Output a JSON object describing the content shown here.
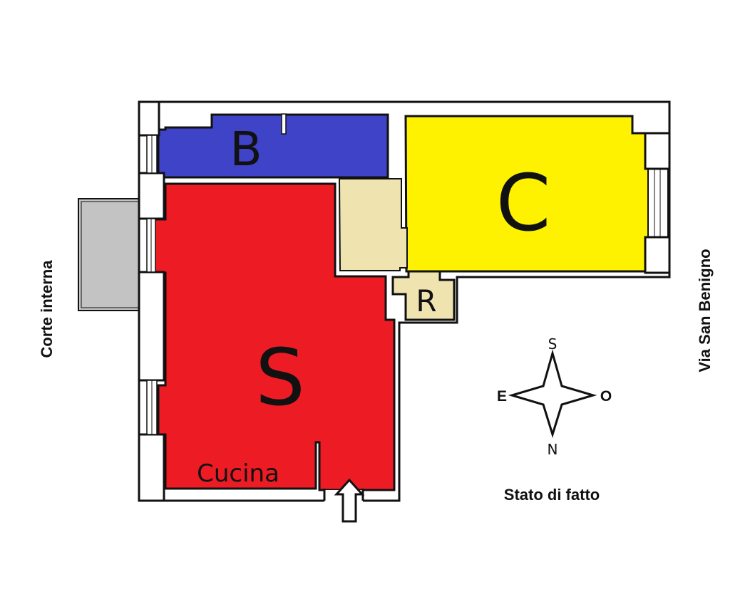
{
  "rooms": {
    "bagno": {
      "letter": "B",
      "color": "#3f43c8"
    },
    "camera": {
      "letter": "C",
      "color": "#fff200"
    },
    "soggiorno": {
      "letter": "S",
      "color": "#ed1c24"
    },
    "ripostiglio": {
      "letter": "R",
      "color": "#efe4b0"
    },
    "disimpegno": {
      "color": "#efe4b0"
    }
  },
  "labels": {
    "kitchen": "Cucina",
    "courtyard": "Corte interna",
    "street": "Via San Benigno",
    "status": "Stato di fatto"
  },
  "compass": {
    "top": "S",
    "bottom": "N",
    "left": "E",
    "right": "O"
  },
  "colors": {
    "balcony": "#c3c3c3",
    "wall": "#111111",
    "wall_fill": "#ffffff"
  }
}
